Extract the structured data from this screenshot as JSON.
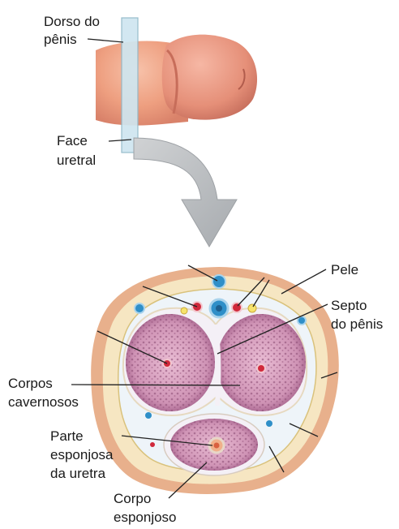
{
  "labels": {
    "dorsal_line1": "Dorso do",
    "dorsal_line2": "pênis",
    "urethral_line1": "Face",
    "urethral_line2": "uretral",
    "skin": "Pele",
    "septum_line1": "Septo",
    "septum_line2": "do pênis",
    "cavernosa_line1": "Corpos",
    "cavernosa_line2": "cavernosos",
    "urethra_line1": "Parte",
    "urethra_line2": "esponjosa",
    "urethra_line3": "da uretra",
    "spongiosum_line1": "Corpo",
    "spongiosum_line2": "esponjoso"
  },
  "colors": {
    "skin_outer": "#e8b08c",
    "skin_band": "#f6e6c2",
    "fascia": "#eef4f9",
    "erectile": "#d9a6c2",
    "erectile_dark": "#a25e88",
    "tunica": "#f4f0f6",
    "vein_blue": "#2f8fc8",
    "artery_red": "#d0293b",
    "arrow_gray": "#b9bcbf",
    "shaft": "#f0a184",
    "cut_plane": "#cfe6f0"
  }
}
